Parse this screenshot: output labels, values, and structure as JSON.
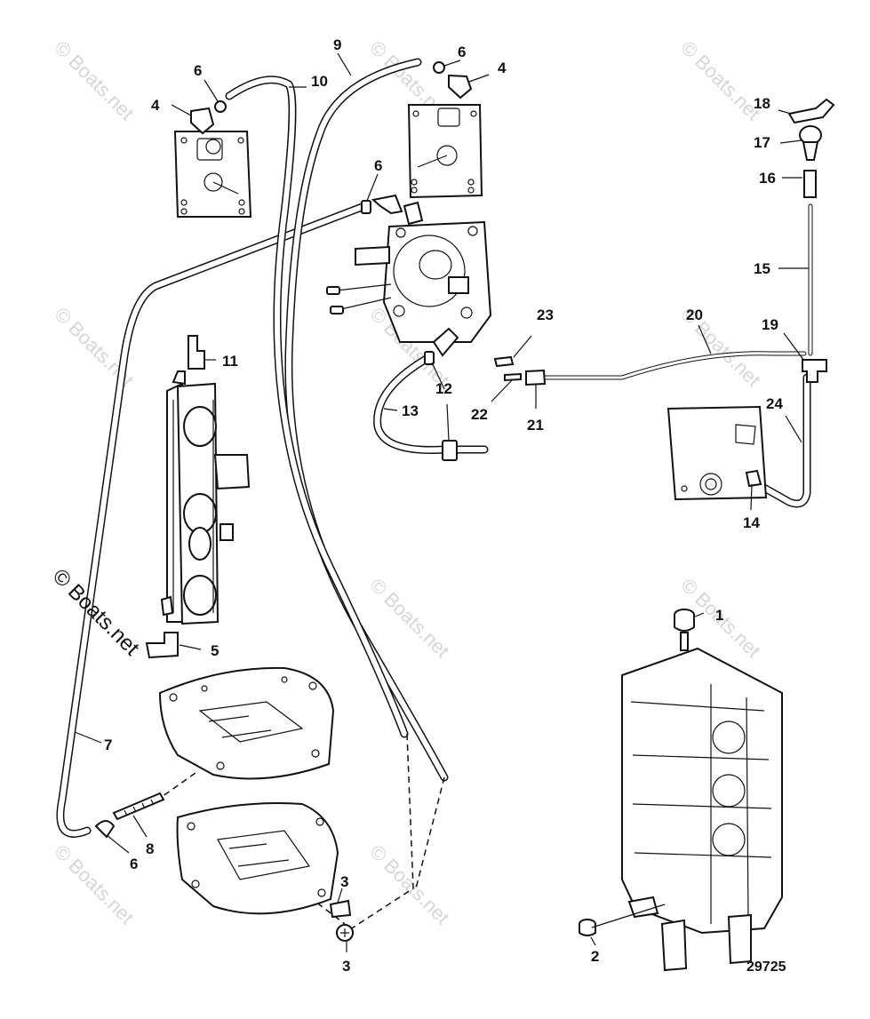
{
  "watermark": "© Boats.net",
  "figure_number": "29725",
  "callouts": {
    "c1": "1",
    "c2": "2",
    "c3a": "3",
    "c3b": "3",
    "c4a": "4",
    "c4b": "4",
    "c5": "5",
    "c6a": "6",
    "c6b": "6",
    "c6c": "6",
    "c6d": "6",
    "c7": "7",
    "c8": "8",
    "c9": "9",
    "c10": "10",
    "c11": "11",
    "c12": "12",
    "c13": "13",
    "c14": "14",
    "c15": "15",
    "c16": "16",
    "c17": "17",
    "c18": "18",
    "c19": "19",
    "c20": "20",
    "c21": "21",
    "c22": "22",
    "c23": "23",
    "c24": "24"
  }
}
